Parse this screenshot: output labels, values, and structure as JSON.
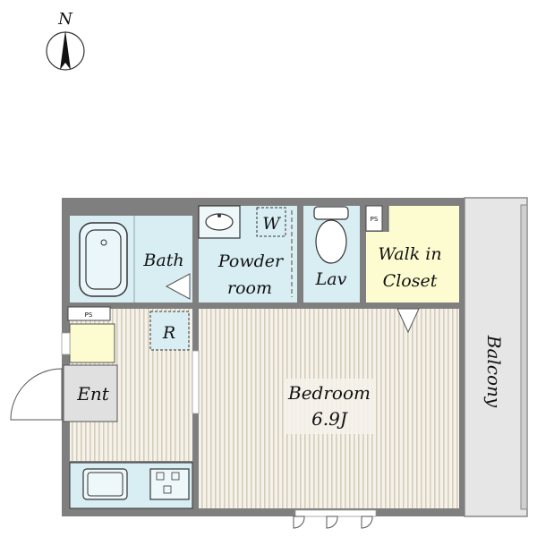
{
  "compass": {
    "north_label": "N"
  },
  "rooms": {
    "bath": "Bath",
    "powder_line1": "Powder",
    "powder_line2": "room",
    "washer": "W",
    "lav": "Lav",
    "walkin_line1": "Walk in",
    "walkin_line2": "Closet",
    "ps_top": "PS",
    "ps_left": "PS",
    "refrigerator": "R",
    "entrance": "Ent",
    "bedroom": "Bedroom",
    "bedroom_size": "6.9J",
    "balcony": "Balcony"
  },
  "colors": {
    "wall": "#7f7f7f",
    "wet_area": "#d8eef3",
    "closet": "#fdfcd0",
    "floor_stripe": "#ddd5c2",
    "floor_base": "#f4f1ea",
    "balcony": "#e6e6e6",
    "entrance": "#e0e0e0"
  }
}
